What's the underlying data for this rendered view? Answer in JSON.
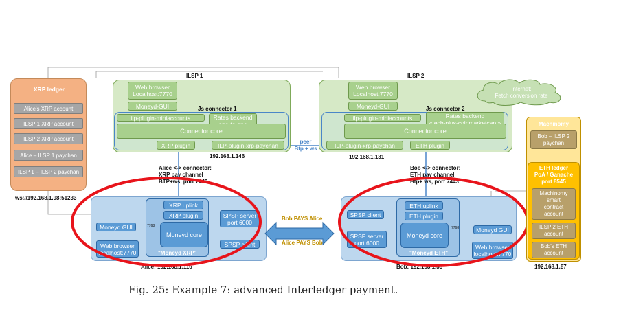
{
  "xrp_ledger": {
    "title": "XRP ledger",
    "accounts": [
      "Alice's XRP account",
      "ILSP 1 XRP account",
      "ILSP 2 XRP account",
      "Alice – ILSP 1 paychan",
      "ILSP 1 – ILSP 2 paychan"
    ],
    "address": "ws://192.168.1.98:51233"
  },
  "ilsp1": {
    "title": "ILSP 1",
    "web_browser": "Web browser\nLocalhost:7770",
    "moneyd_gui": "Moneyd-GUI",
    "connector_title": "Js connector 1",
    "plugin_miniaccounts": "ilp-plugin-miniaccounts",
    "rates_backend": "Rates backend\n« one-to-one »",
    "connector_core": "Connector core",
    "xrp_plugin": "XRP plugin",
    "xrp_paychan_plugin": "ILP-plugin-xrp-paychan",
    "ip": "192.168.1.146"
  },
  "ilsp2": {
    "title": "ILSP 2",
    "web_browser": "Web browser\nLocalhost:7770",
    "moneyd_gui": "Moneyd-GUI",
    "connector_title": "Js connector 2",
    "plugin_miniaccounts": "ilp-plugin-miniaccounts",
    "rates_backend": "Rates backend\n« ecb-plus-coinmarketcap »",
    "connector_core": "Connector core",
    "xrp_paychan_plugin": "ILP-plugin-xrp-paychan",
    "eth_plugin": "ETH plugin",
    "ip": "192.168.1.131"
  },
  "internet_cloud": "Internet:\nFetch conversion rate",
  "peer_label": "peer\nBtp + ws",
  "alice_conn_label": "Alice <-> connector:\nXRP pay channel\nBTP+ws, port 7442",
  "bob_conn_label": "Bob <-> connector:\nETH pay channel\nBtp+ ws, port 7443",
  "alice": {
    "xrp_uplink": "XRP uplink",
    "xrp_plugin": "XRP plugin",
    "moneyd_core": "Moneyd core",
    "moneyd_name": "\"Moneyd XRP\"",
    "spsp_server": "SPSP server\nport 6000",
    "spsp_client": "SPSP client",
    "moneyd_gui": "Moneyd GUI",
    "port": "7768",
    "web_browser": "Web browser\nlocalhost:7770",
    "ip": "Alice: 192.168.1.116"
  },
  "bob": {
    "spsp_client": "SPSP client",
    "spsp_server": "SPSP server\nport 6000",
    "eth_uplink": "ETH uplink",
    "eth_plugin": "ETH plugin",
    "moneyd_core": "Moneyd core",
    "moneyd_name": "\"Moneyd ETH\"",
    "port": "7768",
    "moneyd_gui": "Moneyd GUI",
    "web_browser": "Web browser\nlocalhost:7770",
    "ip": "Bob: 192.168.1.35"
  },
  "pay_labels": {
    "bob_pays": "Bob PAYS Alice",
    "alice_pays": "Alice PAYS Bob"
  },
  "machinomy": {
    "title": "Machinomy",
    "paychan": "Bob – ILSP 2\npaychan",
    "eth_ledger": "ETH ledger\nPoA / Ganache\nport 8545",
    "smart_contract": "Machinomy\nsmart\ncontract\naccount",
    "ilsp2_eth": "ILSP 2 ETH\naccount",
    "bob_eth": "Bob's ETH\naccount",
    "ip": "192.168.1.87"
  },
  "caption": "Fig. 25: Example 7: advanced Interledger payment.",
  "colors": {
    "green": "#a8d08d",
    "blue": "#5b9bd5",
    "red": "#e8141b",
    "orange_ledger": "#f4b183"
  }
}
